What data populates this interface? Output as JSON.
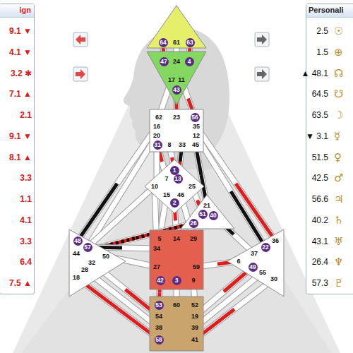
{
  "diagram": {
    "nodes": [
      {
        "text": [
          "64",
          "61",
          "63"
        ]
      },
      {
        "text": [
          "47",
          "24",
          "4",
          "17",
          "11",
          "43"
        ]
      },
      {
        "text": [
          "62",
          "23",
          "56",
          "16",
          "35",
          "20",
          "12",
          "31",
          "8",
          "33",
          "45"
        ]
      },
      {
        "text": [
          "1",
          "7",
          "13",
          "10",
          "25",
          "15",
          "46",
          "2"
        ]
      },
      {
        "text": [
          "21",
          "51",
          "26",
          "40"
        ]
      },
      {
        "text": [
          "48",
          "57",
          "44",
          "50",
          "32",
          "28",
          "18"
        ]
      },
      {
        "text": [
          "36",
          "22",
          "37",
          "6",
          "49",
          "55",
          "30"
        ]
      },
      {
        "text": [
          "5",
          "14",
          "29",
          "34",
          "27",
          "59",
          "42",
          "3",
          "9"
        ]
      },
      {
        "text": [
          "53",
          "60",
          "52",
          "54",
          "19",
          "38",
          "39",
          "58",
          "41"
        ]
      }
    ],
    "edges": [
      {
        "from": 0,
        "to": 1,
        "arrow": "none"
      },
      {
        "from": 0,
        "to": 1,
        "arrow": "none"
      },
      {
        "from": 0,
        "to": 1,
        "arrow": "none"
      },
      {
        "from": 1,
        "to": 2,
        "arrow": "none"
      },
      {
        "from": 1,
        "to": 2,
        "arrow": "none"
      },
      {
        "from": 1,
        "to": 2,
        "arrow": "none"
      },
      {
        "from": 2,
        "to": 3,
        "arrow": "none"
      },
      {
        "from": 2,
        "to": 3,
        "arrow": "none"
      },
      {
        "from": 2,
        "to": 3,
        "arrow": "none"
      },
      {
        "from": 2,
        "to": 5,
        "arrow": "none"
      },
      {
        "from": 2,
        "to": 5,
        "arrow": "none"
      },
      {
        "from": 2,
        "to": 7,
        "arrow": "none"
      },
      {
        "from": 2,
        "to": 4,
        "arrow": "none"
      },
      {
        "from": 2,
        "to": 6,
        "arrow": "none"
      },
      {
        "from": 2,
        "to": 6,
        "arrow": "none"
      },
      {
        "from": 3,
        "to": 5,
        "arrow": "none"
      },
      {
        "from": 3,
        "to": 7,
        "arrow": "none"
      },
      {
        "from": 3,
        "to": 7,
        "arrow": "none"
      },
      {
        "from": 3,
        "to": 7,
        "arrow": "none"
      },
      {
        "from": 3,
        "to": 7,
        "arrow": "none"
      },
      {
        "from": 3,
        "to": 4,
        "arrow": "none"
      },
      {
        "from": 4,
        "to": 5,
        "arrow": "none"
      },
      {
        "from": 4,
        "to": 6,
        "arrow": "none"
      },
      {
        "from": 5,
        "to": 7,
        "arrow": "none"
      },
      {
        "from": 5,
        "to": 7,
        "arrow": "none"
      },
      {
        "from": 6,
        "to": 7,
        "arrow": "none"
      },
      {
        "from": 5,
        "to": 8,
        "arrow": "none"
      },
      {
        "from": 5,
        "to": 8,
        "arrow": "none"
      },
      {
        "from": 5,
        "to": 8,
        "arrow": "none"
      },
      {
        "from": 6,
        "to": 8,
        "arrow": "none"
      },
      {
        "from": 6,
        "to": 8,
        "arrow": "none"
      },
      {
        "from": 6,
        "to": 8,
        "arrow": "none"
      },
      {
        "from": 7,
        "to": 8,
        "arrow": "none"
      },
      {
        "from": 7,
        "to": 8,
        "arrow": "none"
      },
      {
        "from": 7,
        "to": 8,
        "arrow": "none"
      }
    ],
    "labels": [
      "ign",
      "9.1 ▼",
      "4.1 ▼",
      "3.2 ✱",
      "7.1 ▲",
      "2.1",
      "9.1 ▼",
      "8.1 ▲",
      "3.3",
      "1.1",
      "4.1",
      "3.3",
      "6.4",
      "7.5 ▲",
      "Personali",
      "2.5",
      "1.5",
      "▲ 48.1",
      "64.5",
      "63.5",
      "▼ 3.1",
      "51.5",
      "42.5",
      "56.6",
      "40.2",
      "43.1",
      "26.4",
      "57.3",
      "☉",
      "⊕",
      "☊",
      "☋",
      "☽",
      "☿",
      "♀",
      "♂",
      "♃",
      "♄",
      "♅",
      "♆",
      "♇"
    ]
  }
}
